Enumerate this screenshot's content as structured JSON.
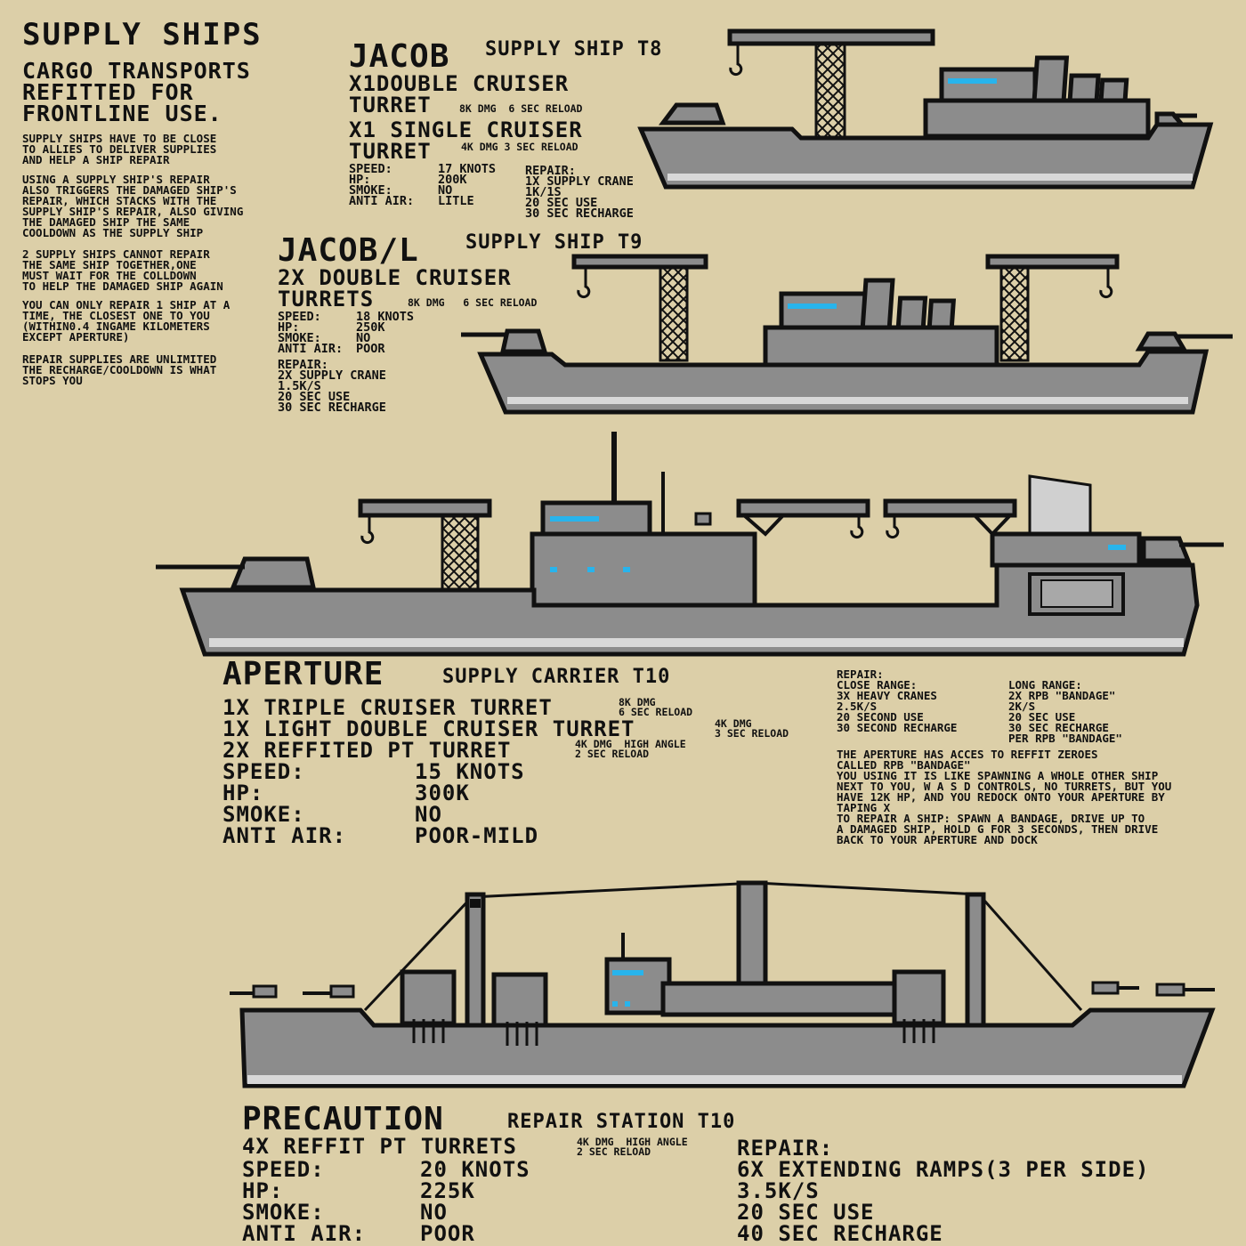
{
  "page": {
    "title": "SUPPLY SHIPS",
    "subtitle": "CARGO TRANSPORTS\nREFITTED FOR\nFRONTLINE USE.",
    "notes": [
      "SUPPLY SHIPS HAVE TO BE CLOSE\nTO ALLIES TO DELIVER SUPPLIES\nAND HELP A SHIP REPAIR",
      "USING A SUPPLY SHIP'S REPAIR\nALSO TRIGGERS THE DAMAGED SHIP'S\nREPAIR, WHICH STACKS WITH THE\nSUPPLY SHIP'S REPAIR, ALSO GIVING\nTHE DAMAGED SHIP THE SAME\nCOOLDOWN AS THE SUPPLY SHIP",
      "2 SUPPLY SHIPS CANNOT REPAIR\nTHE SAME SHIP TOGETHER,ONE\nMUST WAIT FOR THE COLLDOWN\nTO HELP THE DAMAGED SHIP AGAIN",
      "YOU CAN ONLY REPAIR 1 SHIP AT A\nTIME, THE CLOSEST ONE TO YOU\n(WITHIN0.4 INGAME KILOMETERS\nEXCEPT APERTURE)",
      "REPAIR SUPPLIES ARE UNLIMITED\nTHE RECHARGE/COOLDOWN IS WHAT\nSTOPS YOU"
    ]
  },
  "jacob": {
    "name": "JACOB",
    "class": "SUPPLY SHIP T8",
    "w1": "X1DOUBLE CRUISER",
    "w1b": "TURRET",
    "w1stats": "8K DMG  6 SEC RELOAD",
    "w2": "X1 SINGLE CRUISER",
    "w2b": "TURRET",
    "w2stats": "4K DMG 3 SEC RELOAD",
    "stat_labels": "SPEED:\nHP:\nSMOKE:\nANTI AIR:",
    "stat_values": "17 KNOTS\n200K\nNO\nLITLE",
    "repair": "REPAIR:\n1X SUPPLY CRANE\n1K/1S\n20 SEC USE\n30 SEC RECHARGE"
  },
  "jacobl": {
    "name": "JACOB/L",
    "class": "SUPPLY SHIP T9",
    "w1": "2X DOUBLE CRUISER",
    "w1b": "TURRETS",
    "w1stats": "8K DMG   6 SEC RELOAD",
    "stat_labels": "SPEED:\nHP:\nSMOKE:\nANTI AIR:",
    "stat_values": "18 KNOTS\n250K\nNO\nPOOR",
    "repair": "REPAIR:\n2X SUPPLY CRANE\n1.5K/S\n20 SEC USE\n30 SEC RECHARGE"
  },
  "aperture": {
    "name": "APERTURE",
    "class": "SUPPLY CARRIER T10",
    "w1": "1X TRIPLE CRUISER TURRET",
    "w1stats": "8K DMG\n6 SEC RELOAD",
    "w2": "1X LIGHT DOUBLE CRUISER TURRET",
    "w2stats": "4K DMG\n3 SEC RELOAD",
    "w3": "2X REFFITED PT TURRET",
    "w3stats": "4K DMG  HIGH ANGLE\n2 SEC RELOAD",
    "stat_labels": "SPEED:\nHP:\nSMOKE:\nANTI AIR:",
    "stat_values": "15 KNOTS\n300K\nNO\nPOOR-MILD",
    "repair_close": "REPAIR:\nCLOSE RANGE:\n3X HEAVY CRANES\n2.5K/S\n20 SECOND USE\n30 SECOND RECHARGE",
    "repair_long": "LONG RANGE:\n2X RPB \"BANDAGE\"\n2K/S\n20 SEC USE\n30 SEC RECHARGE\nPER RPB \"BANDAGE\"",
    "notes": "THE APERTURE HAS ACCES TO REFFIT ZEROES\nCALLED RPB \"BANDAGE\"\nYOU USING IT IS LIKE SPAWNING A WHOLE OTHER SHIP\nNEXT TO YOU, W A S D CONTROLS, NO TURRETS, BUT YOU\nHAVE 12K HP, AND YOU REDOCK ONTO YOUR APERTURE BY\nTAPING X\nTO REPAIR A SHIP: SPAWN A BANDAGE, DRIVE UP TO\nA DAMAGED SHIP, HOLD G FOR 3 SECONDS, THEN DRIVE\nBACK TO YOUR APERTURE AND DOCK"
  },
  "precaution": {
    "name": "PRECAUTION",
    "class": "REPAIR STATION T10",
    "w1": "4X REFFIT PT TURRETS",
    "w1stats": "4K DMG  HIGH ANGLE\n2 SEC RELOAD",
    "stat_labels": "SPEED:\nHP:\nSMOKE:\nANTI AIR:",
    "stat_values": "20 KNOTS\n225K\nNO\nPOOR",
    "repair": "REPAIR:\n6X EXTENDING RAMPS(3 PER SIDE)\n3.5K/S\n20 SEC USE\n40 SEC RECHARGE"
  }
}
